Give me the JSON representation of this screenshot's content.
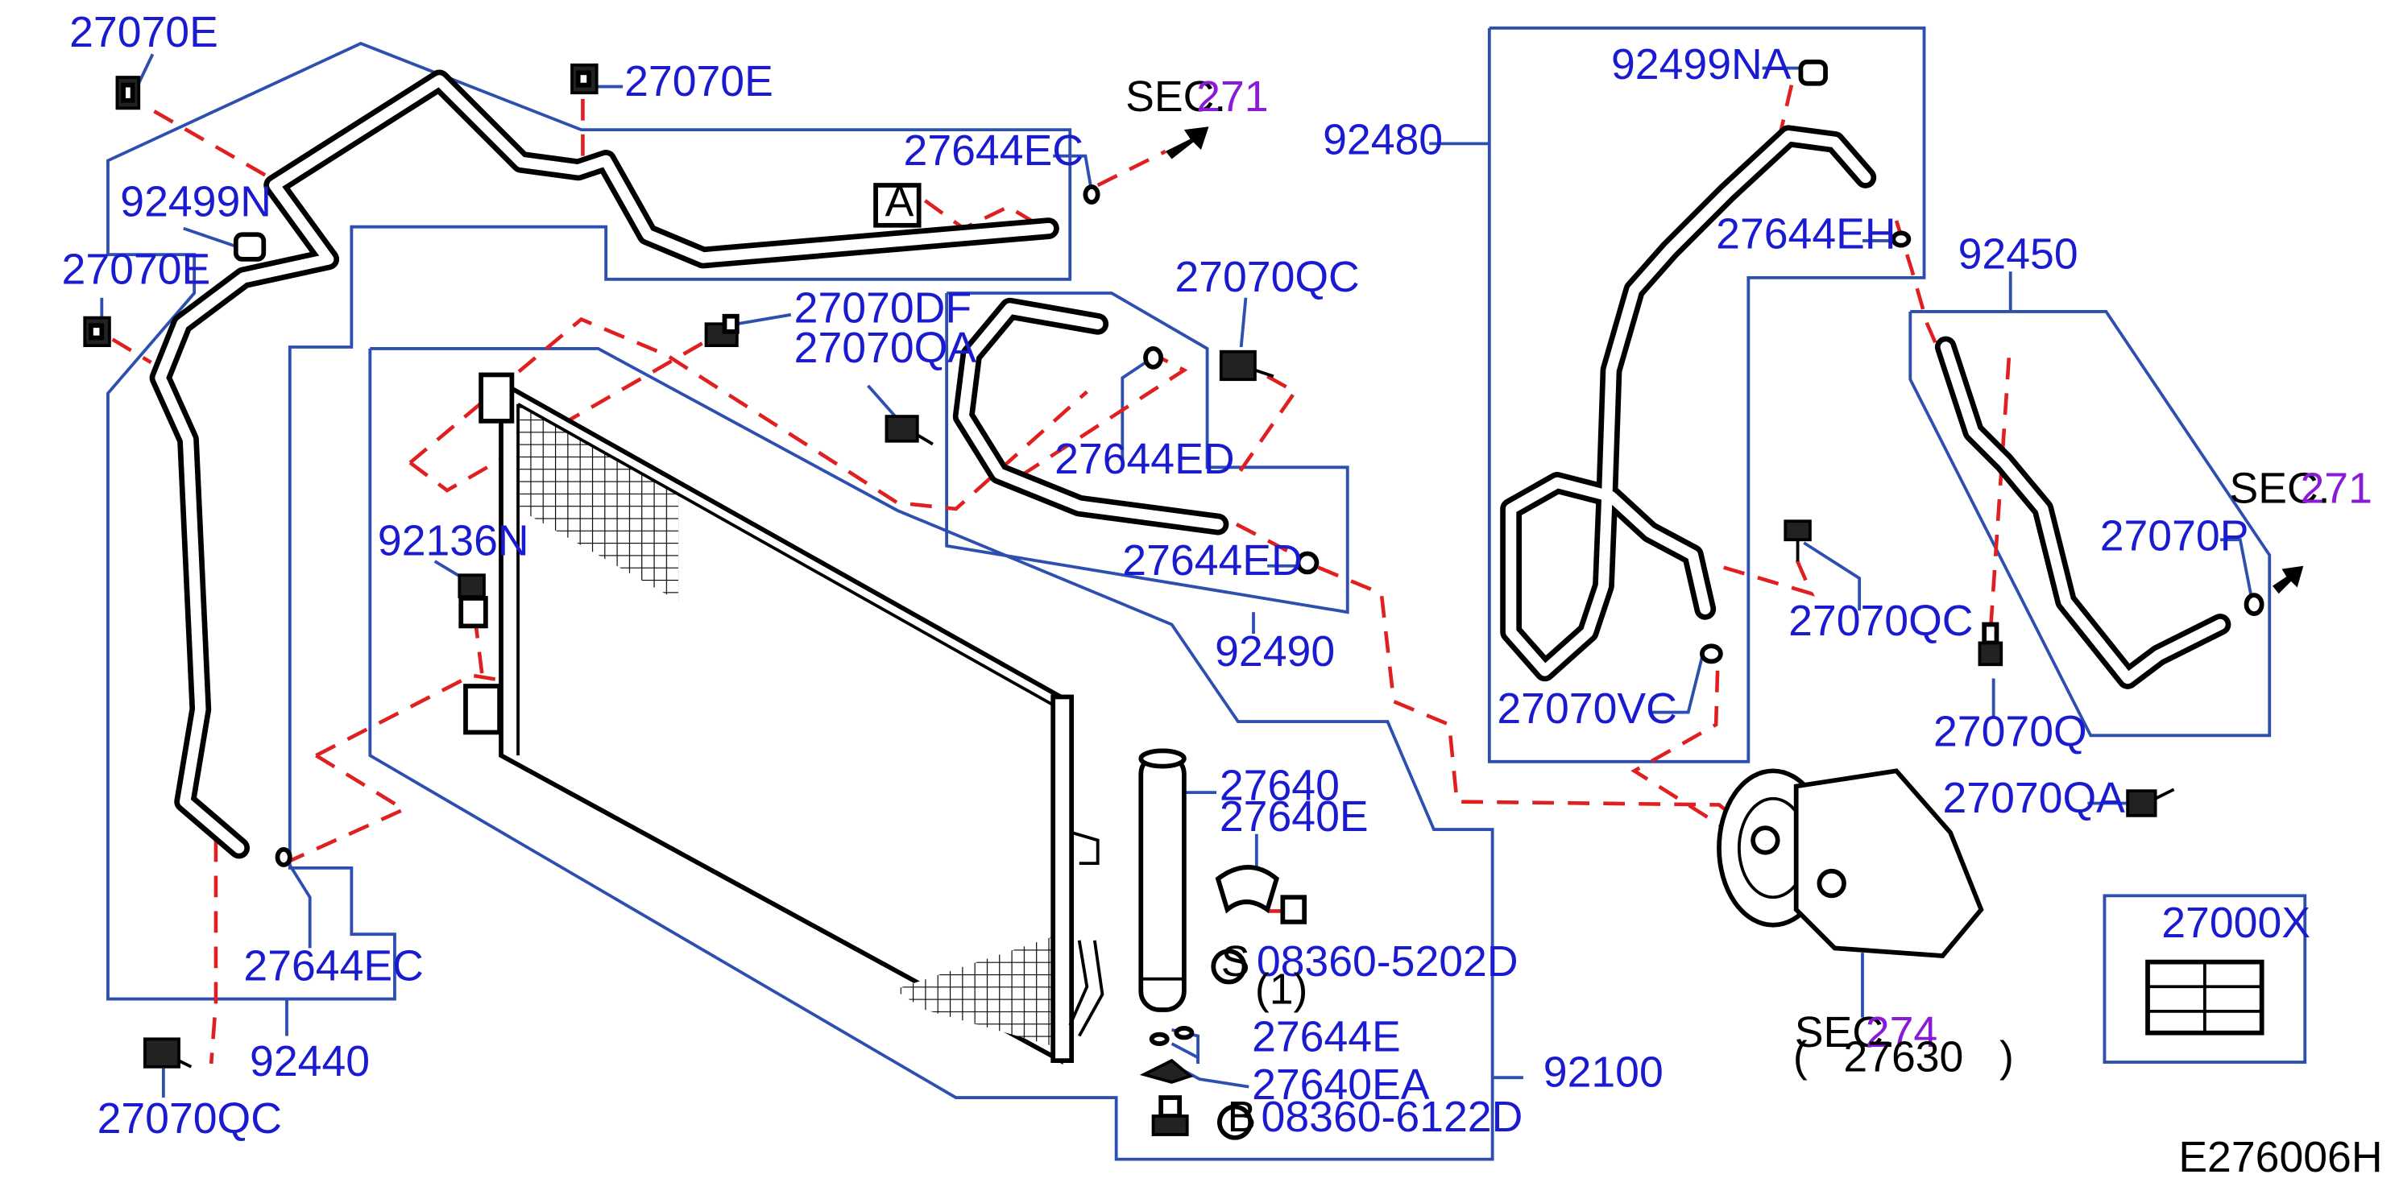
{
  "diagram_code": "E276006H",
  "labels": {
    "l_27070E_a": "27070E",
    "l_27070E_b": "27070E",
    "l_27070E_c": "27070E",
    "l_92499N": "92499N",
    "l_27644EC_a": "27644EC",
    "l_27644EC_b": "27644EC",
    "l_sec271_a_prefix": "SEC.",
    "l_sec271_a_num": "271",
    "l_ref_A": "A",
    "l_27070DF": "27070DF",
    "l_27070QA_a": "27070QA",
    "l_27070QC_a": "27070QC",
    "l_27644ED_a": "27644ED",
    "l_27644ED_b": "27644ED",
    "l_92490": "92490",
    "l_92136N": "92136N",
    "l_27640": "27640",
    "l_27640E": "27640E",
    "l_08360_5202D": "08360-5202D",
    "l_qty_1": "(1)",
    "l_27644E": "27644E",
    "l_27640EA": "27640EA",
    "l_08360_6122D": "08360-6122D",
    "l_92100": "92100",
    "l_92440": "92440",
    "l_27070QC_b": "27070QC",
    "l_92480": "92480",
    "l_92499NA": "92499NA",
    "l_27644EH": "27644EH",
    "l_27070QC_c": "27070QC",
    "l_27070VC": "27070VC",
    "l_92450": "92450",
    "l_sec271_b_prefix": "SEC.",
    "l_sec271_b_num": "271",
    "l_27070P": "27070P",
    "l_27070Q": "27070Q",
    "l_27070QA_b": "27070QA",
    "l_27000X": "27000X",
    "l_sec274_prefix": "SEC.",
    "l_sec274_num": "274",
    "l_27630": "(   27630   )",
    "l_sym_S": "S",
    "l_sym_B": "B"
  },
  "colors": {
    "part_number": "#1a1ad0",
    "section_ref": "#8a1ad8",
    "leader_line": "#2c4fb0",
    "dashed_leader": "#e02020",
    "outline": "#000000"
  }
}
